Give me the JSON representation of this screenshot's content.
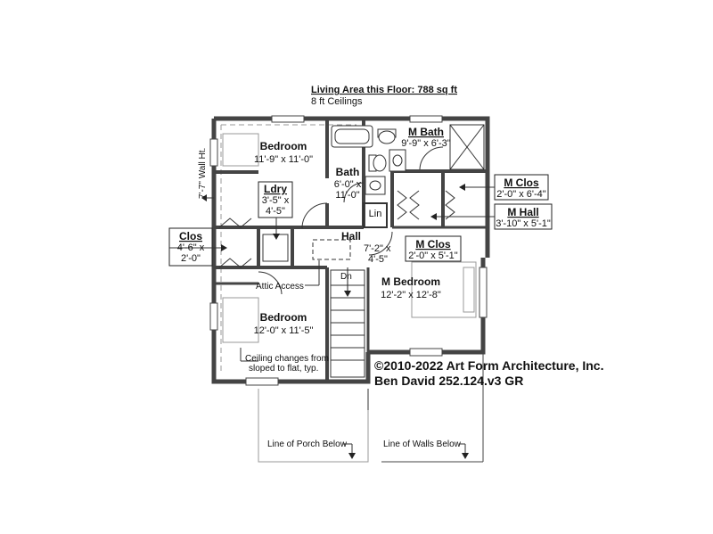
{
  "header": {
    "area": "Living Area this Floor: 788 sq ft",
    "ceilings": "8 ft Ceilings"
  },
  "rooms": {
    "bedroom1": {
      "name": "Bedroom",
      "dims": "11'-9\" x 11'-0\""
    },
    "bath": {
      "name": "Bath",
      "dims1": "6'-0\" x",
      "dims2": "11'-0\""
    },
    "mbath": {
      "name": "M Bath",
      "dims": "9'-9\" x 6'-3\""
    },
    "mclos1": {
      "name": "M Clos",
      "dims": "2'-0\" x 6'-4\""
    },
    "mhall": {
      "name": "M Hall",
      "dims": "3'-10\" x 5'-1\""
    },
    "ldry": {
      "name": "Ldry",
      "dims1": "3'-5\" x",
      "dims2": "4'-5\""
    },
    "lin": {
      "name": "Lin"
    },
    "hall": {
      "name": "Hall",
      "dims1": "7'-2\" x",
      "dims2": "4'-5\""
    },
    "mclos2": {
      "name": "M Clos",
      "dims": "2'-0\" x 5'-1\""
    },
    "clos": {
      "name": "Clos",
      "dims1": "4'-6\" x",
      "dims2": "2'-0\""
    },
    "mbedroom": {
      "name": "M Bedroom",
      "dims": "12'-2\" x 12'-8\""
    },
    "bedroom2": {
      "name": "Bedroom",
      "dims": "12'-0\" x 11'-5\""
    }
  },
  "notes": {
    "wall_ht": "7'-7\" Wall Ht.",
    "attic": "Attic Access",
    "dn": "Dn",
    "ceiling1": "Ceiling changes from",
    "ceiling2": "sloped to flat, typ.",
    "porch": "Line of Porch Below",
    "walls": "Line of Walls Below"
  },
  "copyright": {
    "line1": "©2010-2022 Art Form Architecture, Inc.",
    "line2": "Ben David 252.124.v3 GR"
  }
}
